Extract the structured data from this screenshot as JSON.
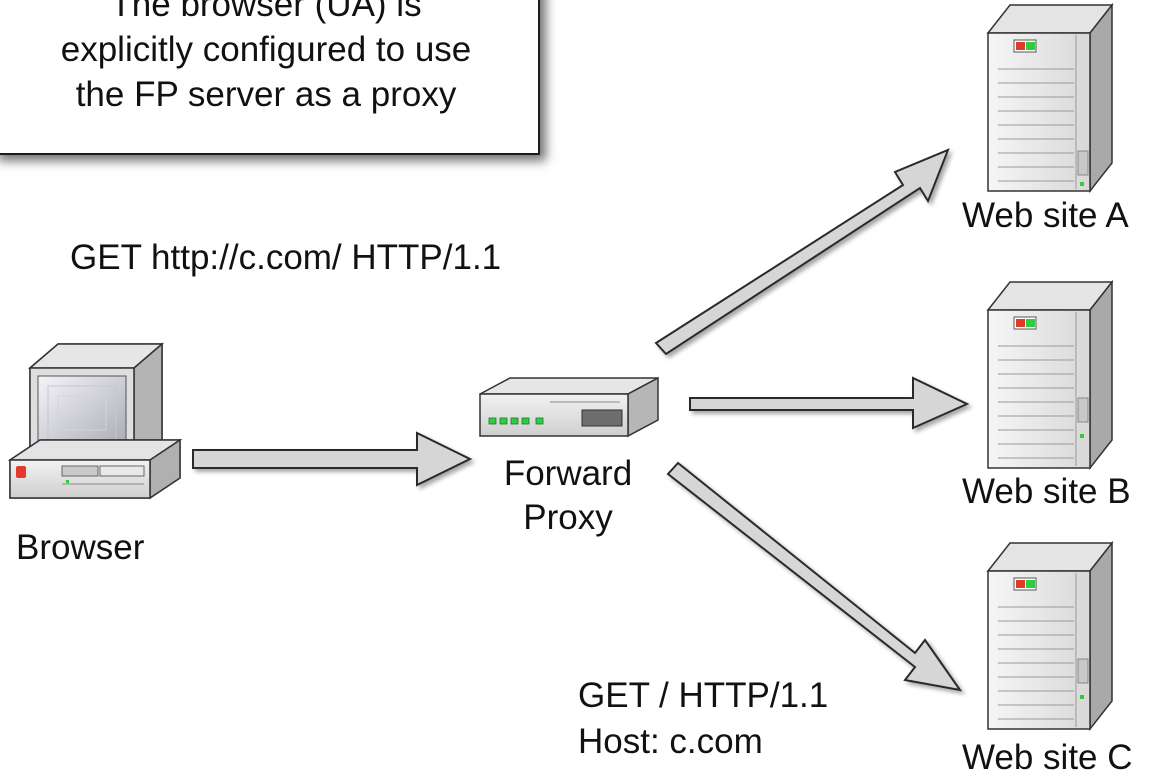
{
  "callout": {
    "text": "The browser (UA) is\nexplicitly configured to use\nthe FP server as a proxy"
  },
  "request_top": "GET http://c.com/ HTTP/1.1",
  "request_bottom": "GET / HTTP/1.1\nHost: c.com",
  "nodes": {
    "browser": "Browser",
    "proxy": "Forward\nProxy",
    "site_a": "Web site A",
    "site_b": "Web site B",
    "site_c": "Web site C"
  },
  "colors": {
    "arrow_fill": "#d6d6d6",
    "arrow_stroke": "#2a2a2a",
    "led_green": "#2ecc40",
    "led_red": "#e23a2a",
    "server_body": "#e8e8e8"
  }
}
